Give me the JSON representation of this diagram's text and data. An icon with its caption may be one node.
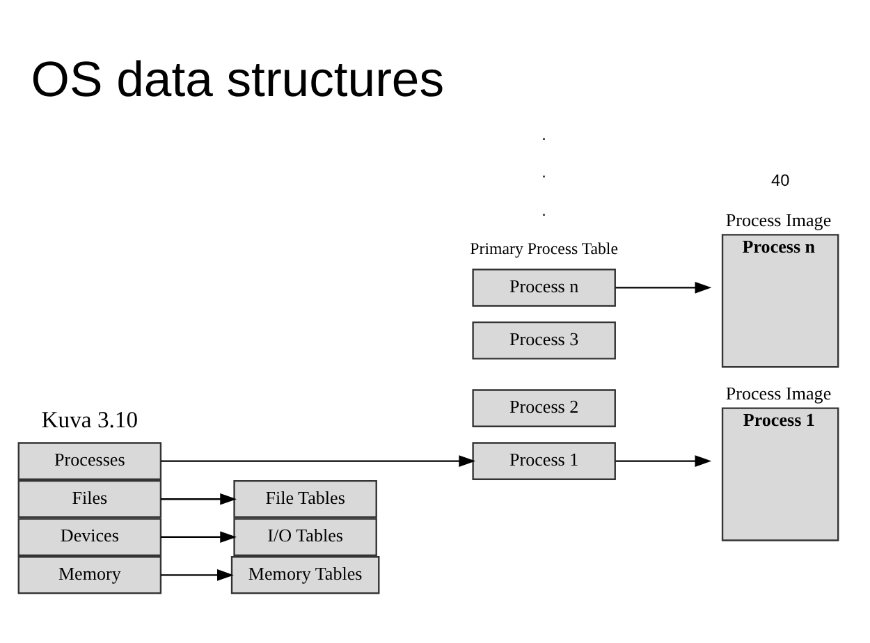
{
  "diagram": {
    "title": "OS data structures",
    "nodes": [
      {
        "text": [
          "Memory"
        ]
      },
      {
        "text": [
          "Devices"
        ]
      },
      {
        "text": [
          "Files"
        ]
      },
      {
        "text": [
          "Processes"
        ]
      },
      {
        "text": [
          "Memory Tables"
        ]
      },
      {
        "text": [
          "I/O Tables"
        ]
      },
      {
        "text": [
          "File Tables"
        ]
      },
      {
        "text": [
          "Process Image",
          "Process 1"
        ]
      },
      {
        "text": [
          "Process 1"
        ]
      },
      {
        "text": [
          "Process 2"
        ]
      },
      {
        "text": [
          "Process 3"
        ]
      },
      {
        "text": [
          "Process n"
        ]
      },
      {
        "text": [
          "Process Image",
          "Process n"
        ]
      }
    ],
    "edges": [
      {
        "from": 0,
        "to": 4,
        "arrow": "to"
      },
      {
        "from": 1,
        "to": 5,
        "arrow": "to"
      },
      {
        "from": 2,
        "to": 6,
        "arrow": "to"
      },
      {
        "from": 3,
        "to": 8,
        "arrow": "to"
      },
      {
        "from": 8,
        "to": 7,
        "arrow": "to"
      },
      {
        "from": 11,
        "to": 12,
        "arrow": "to"
      }
    ],
    "labels": [
      "Kuva 3.10",
      "Primary Process Table",
      ".",
      ".",
      ".",
      "40"
    ]
  }
}
